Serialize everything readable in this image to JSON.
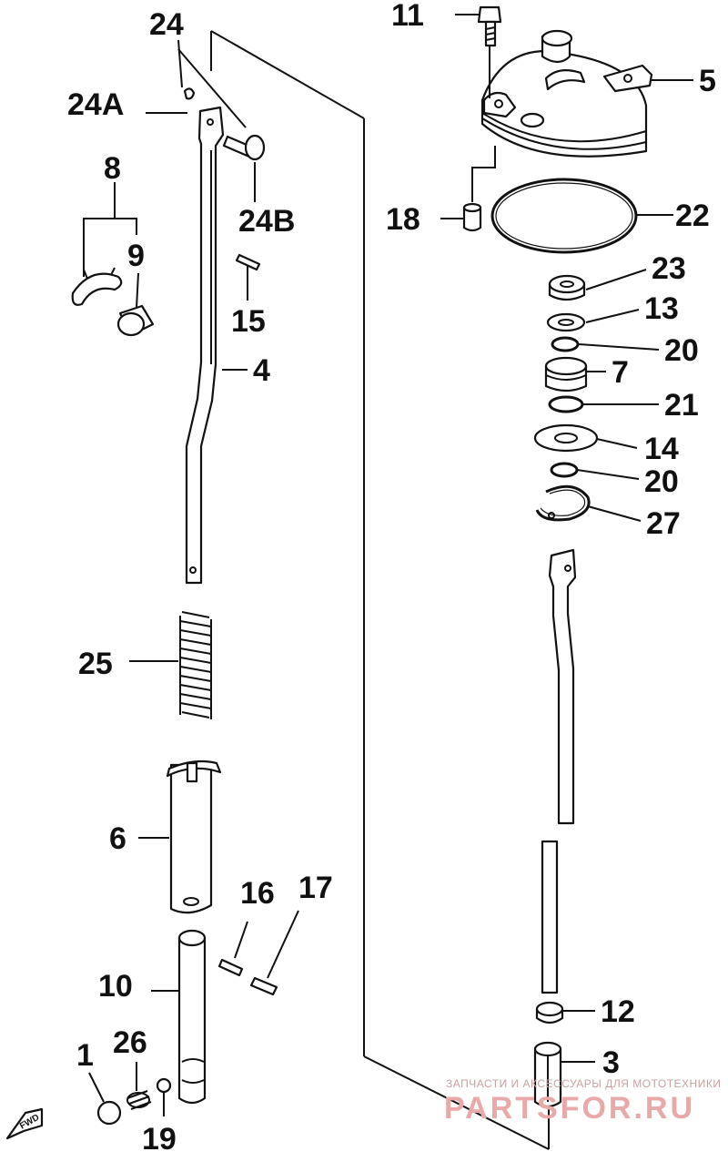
{
  "labels": [
    {
      "id": "24",
      "text": "24"
    },
    {
      "id": "24A",
      "text": "24A"
    },
    {
      "id": "24B",
      "text": "24B"
    },
    {
      "id": "8",
      "text": "8"
    },
    {
      "id": "9",
      "text": "9"
    },
    {
      "id": "15",
      "text": "15"
    },
    {
      "id": "4",
      "text": "4"
    },
    {
      "id": "25",
      "text": "25"
    },
    {
      "id": "6",
      "text": "6"
    },
    {
      "id": "16",
      "text": "16"
    },
    {
      "id": "17",
      "text": "17"
    },
    {
      "id": "10",
      "text": "10"
    },
    {
      "id": "1",
      "text": "1"
    },
    {
      "id": "26",
      "text": "26"
    },
    {
      "id": "19",
      "text": "19"
    },
    {
      "id": "11",
      "text": "11"
    },
    {
      "id": "5",
      "text": "5"
    },
    {
      "id": "18",
      "text": "18"
    },
    {
      "id": "22",
      "text": "22"
    },
    {
      "id": "23",
      "text": "23"
    },
    {
      "id": "13",
      "text": "13"
    },
    {
      "id": "20a",
      "text": "20"
    },
    {
      "id": "7",
      "text": "7"
    },
    {
      "id": "21",
      "text": "21"
    },
    {
      "id": "14",
      "text": "14"
    },
    {
      "id": "20b",
      "text": "20"
    },
    {
      "id": "27",
      "text": "27"
    },
    {
      "id": "12",
      "text": "12"
    },
    {
      "id": "3",
      "text": "3"
    }
  ],
  "watermark": {
    "caption": "ЗАПЧАСТИ И АКСЕССУАРЫ ДЛЯ МОТОТЕХНИКИ",
    "brand": "PARTSFOR.RU"
  },
  "fwd_label": "FWD"
}
